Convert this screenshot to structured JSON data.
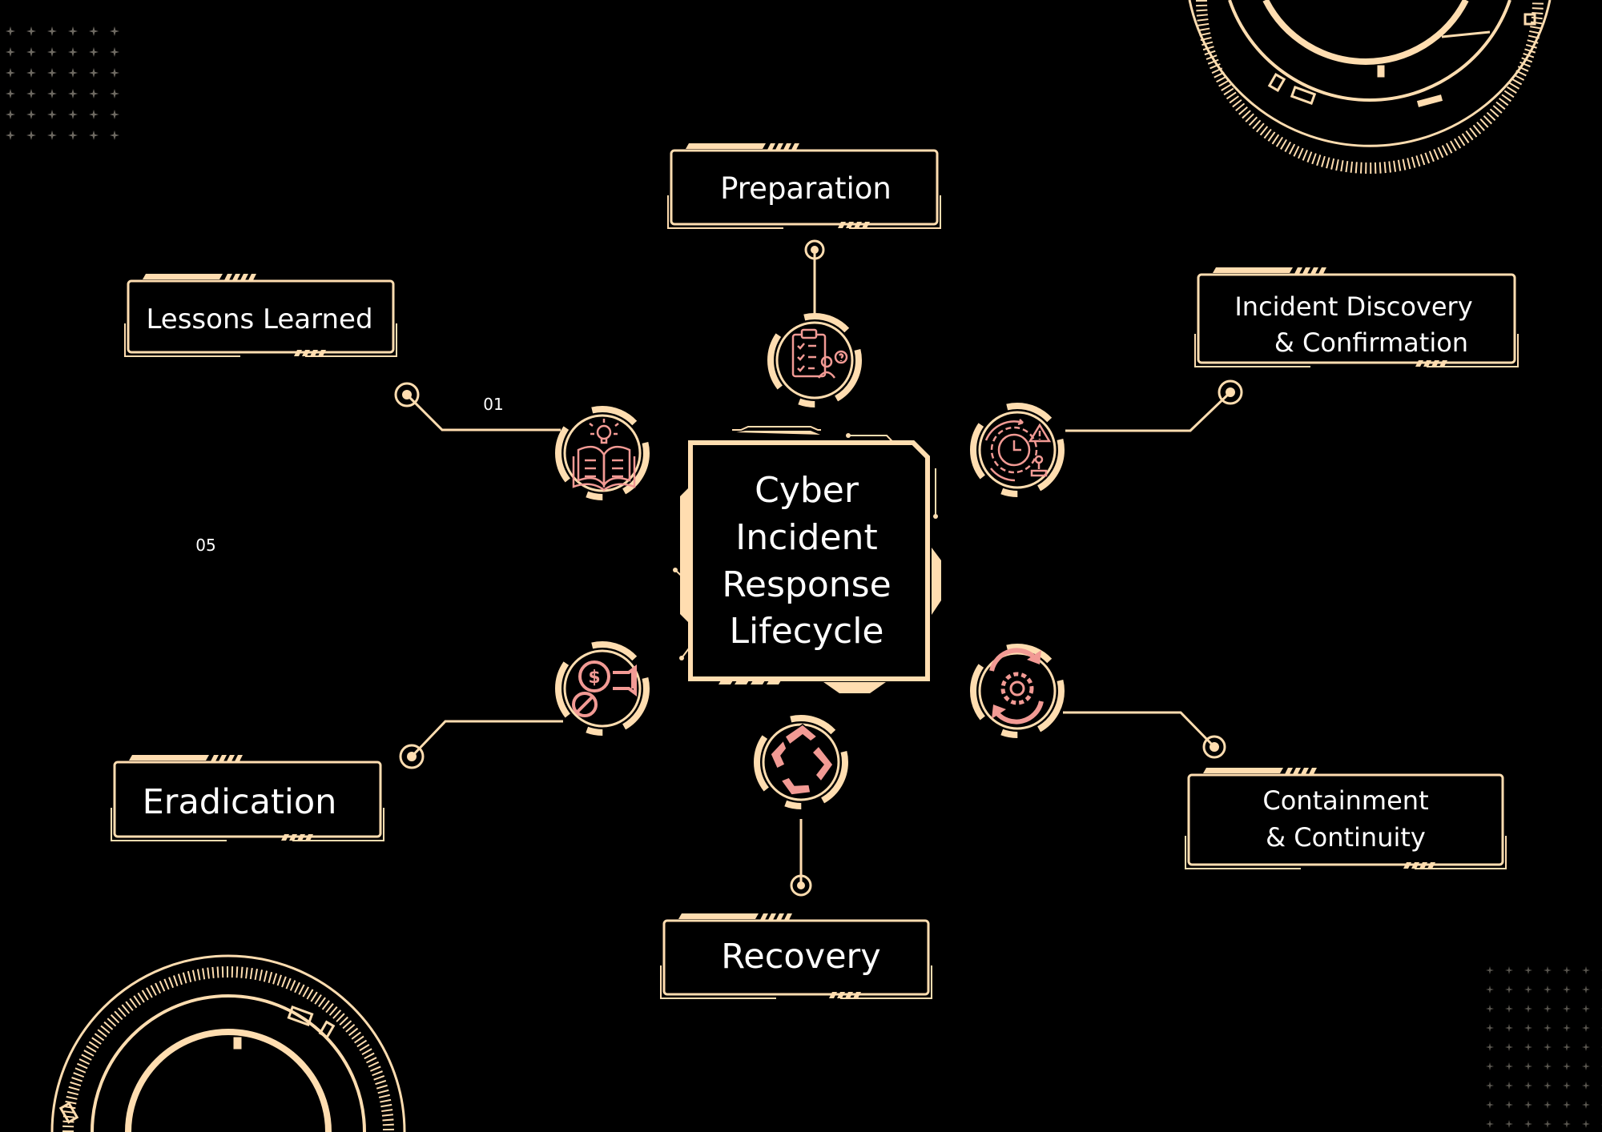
{
  "center": {
    "title_lines": [
      "Cyber",
      "Incident",
      "Response",
      "Lifecycle"
    ]
  },
  "stages": {
    "preparation": "Preparation",
    "discovery_line1": "Incident Discovery",
    "discovery_line2": "& Confirmation",
    "containment_line1": "Containment",
    "containment_line2": "& Continuity",
    "recovery": "Recovery",
    "eradication": "Eradication",
    "lessons": "Lessons Learned"
  },
  "numbers": {
    "n01": "01",
    "n05": "05"
  },
  "icons": {
    "preparation": "clipboard-checklist-icon",
    "discovery": "gear-clock-alert-icon",
    "containment": "gear-cycle-icon",
    "recovery": "recycle-arrows-icon",
    "eradication": "money-block-icon",
    "lessons": "book-lightbulb-icon"
  },
  "colors": {
    "background": "#000000",
    "accent": "#FFDDB0",
    "icon": "#F29A94",
    "text": "#FFFFFF"
  }
}
